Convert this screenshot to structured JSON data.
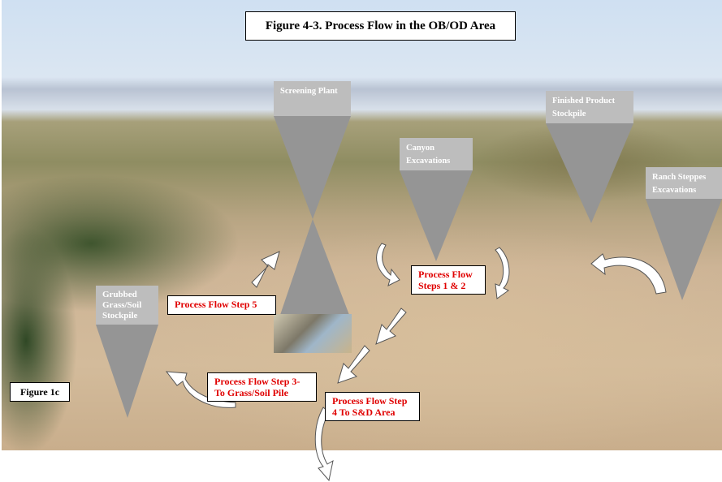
{
  "title": "Figure 4-3.  Process Flow in the OB/OD Area",
  "figure_label": "Figure 1c",
  "callouts": {
    "screening_plant": "Screening Plant",
    "canyon_excavations": [
      "Canyon",
      "Excavations"
    ],
    "finished_product": [
      "Finished Product",
      "Stockpile"
    ],
    "ranch_steppes": [
      "Ranch Steppes",
      "Excavations"
    ],
    "grubbed": [
      "Grubbed",
      "Grass/Soil",
      "Stockpile"
    ]
  },
  "steps": {
    "step5": "Process Flow Step 5",
    "steps12": [
      "Process Flow",
      "Steps 1 & 2"
    ],
    "step3": [
      "Process Flow Step 3-",
      "To Grass/Soil Pile"
    ],
    "step4": [
      "Process Flow Step",
      "4 To S&D Area"
    ]
  },
  "colors": {
    "label_text": "#e00000",
    "callout": "#bdbdbd",
    "funnel": "#959595"
  }
}
